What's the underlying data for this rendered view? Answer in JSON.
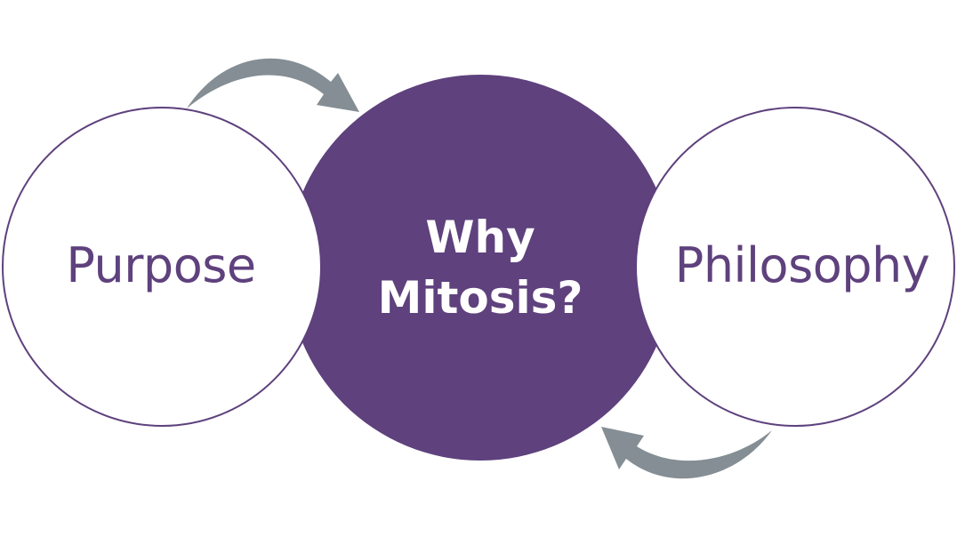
{
  "diagram": {
    "left_circle": {
      "label": "Purpose"
    },
    "center_circle": {
      "line1": "Why",
      "line2": "Mitosis?"
    },
    "right_circle": {
      "label": "Philosophy"
    }
  },
  "colors": {
    "center_fill": "#5e417d",
    "circle_stroke": "#5e417d",
    "text_purple": "#5e417d",
    "text_white": "#ffffff",
    "arrow": "#848e94"
  }
}
